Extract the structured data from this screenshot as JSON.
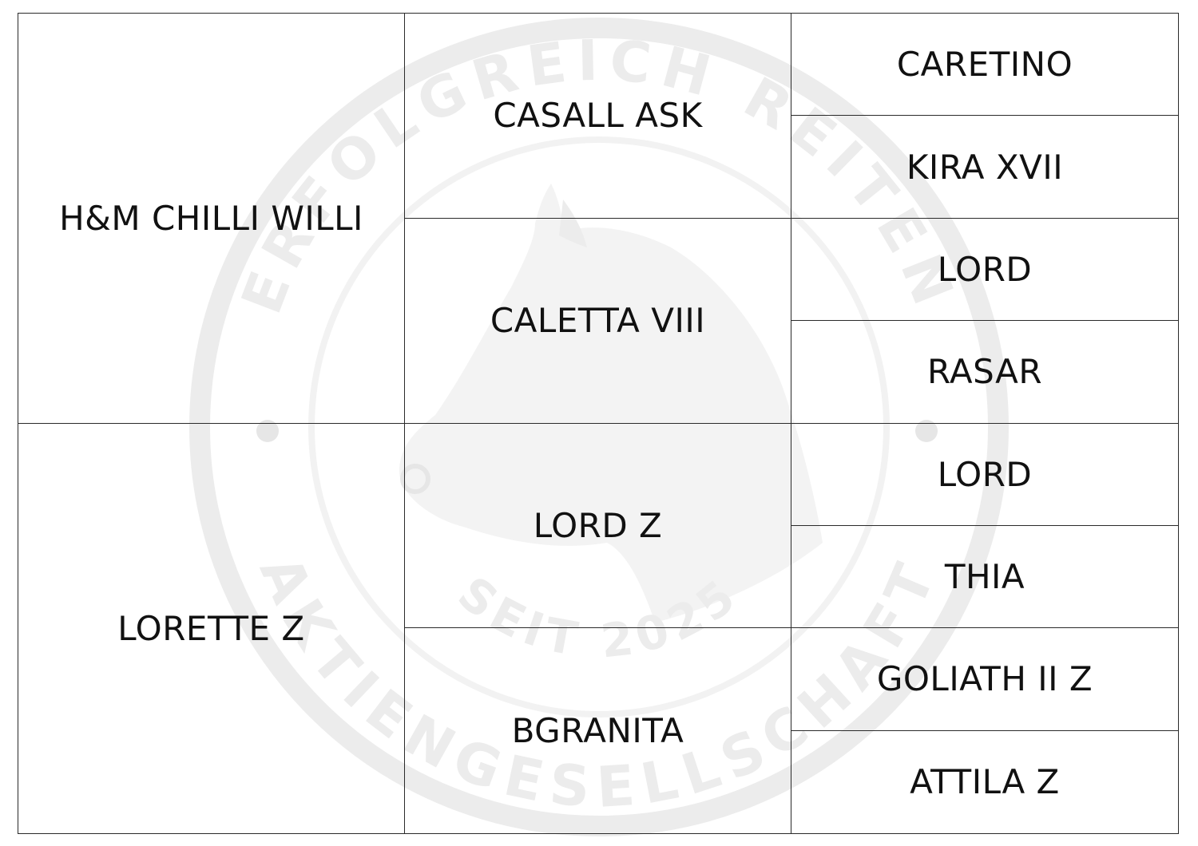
{
  "watermark": {
    "top_text": "ERFOLGREICH REITEN",
    "bottom_text": "AKTIENGESELLSCHAFT",
    "year_text": "SEIT 2025",
    "color": "#ececec"
  },
  "pedigree": {
    "sire": {
      "name": "H&M CHILLI WILLI",
      "sire": {
        "name": "CASALL ASK",
        "sire": "CARETINO",
        "dam": "KIRA XVII"
      },
      "dam": {
        "name": "CALETTA VIII",
        "sire": "LORD",
        "dam": "RASAR"
      }
    },
    "dam": {
      "name": "LORETTE Z",
      "sire": {
        "name": "LORD Z",
        "sire": "LORD",
        "dam": "THIA"
      },
      "dam": {
        "name": "BGRANITA",
        "sire": "GOLIATH II Z",
        "dam": "ATTILA Z"
      }
    }
  }
}
